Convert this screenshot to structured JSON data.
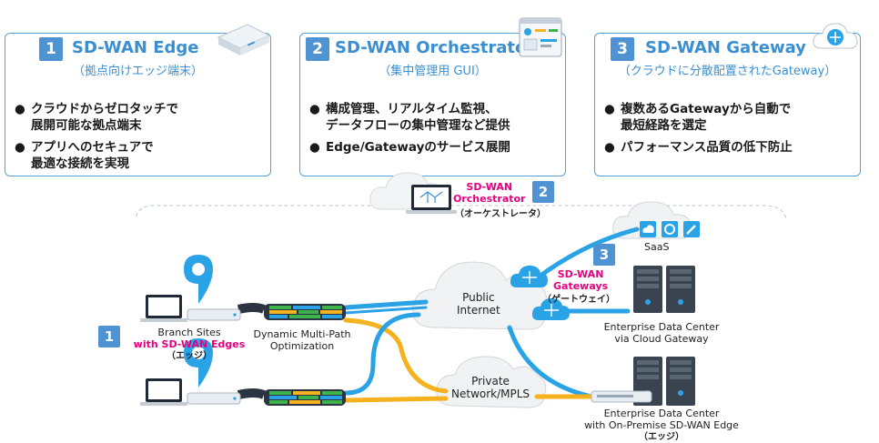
{
  "cards": [
    {
      "num": "1",
      "title": "SD-WAN Edge",
      "subtitle": "（拠点向けエッジ端末）",
      "bullets": [
        {
          "line1": "クラウドからゼロタッチで",
          "line2": "展開可能な拠点端末"
        },
        {
          "line1": "アプリへのセキュアで",
          "line2": "最適な接続を実現"
        }
      ]
    },
    {
      "num": "2",
      "title": "SD-WAN Orchestrator",
      "subtitle": "（集中管理用 GUI）",
      "bullets": [
        {
          "line1": "構成管理、リアルタイム監視、",
          "line2": "データフローの集中管理など提供"
        },
        {
          "line1": "Edge/Gatewayのサービス展開",
          "line2": ""
        }
      ]
    },
    {
      "num": "3",
      "title": "SD-WAN Gateway",
      "subtitle": "（クラウドに分散配置されたGateway）",
      "bullets": [
        {
          "line1": "複数あるGatewayから自動で",
          "line2": "最短経路を選定"
        },
        {
          "line1": "パフォーマンス品質の低下防止",
          "line2": ""
        }
      ]
    }
  ],
  "bullet_symbol": "●",
  "diagram": {
    "orchestrator": {
      "num": "2",
      "line1": "SD-WAN",
      "line2": "Orchestrator",
      "jp": "（オーケストレータ）"
    },
    "saas": "SaaS",
    "public_internet": {
      "line1": "Public",
      "line2": "Internet"
    },
    "private_network": {
      "line1": "Private",
      "line2": "Network/MPLS"
    },
    "gateways": {
      "num": "3",
      "line1": "SD-WAN",
      "line2": "Gateways",
      "jp": "（ゲートウェイ）"
    },
    "branch": {
      "num": "1",
      "line1": "Branch Sites",
      "line2": "with SD-WAN Edges",
      "jp": "（エッジ）"
    },
    "optimization": {
      "line1": "Dynamic Multi-Path",
      "line2": "Optimization"
    },
    "dc_cloud": {
      "line1": "Enterprise Data Center",
      "line2": "via Cloud Gateway"
    },
    "dc_onprem": {
      "line1": "Enterprise Data Center",
      "line2": "with On-Premise SD-WAN Edge",
      "jp": "（エッジ）"
    }
  },
  "colors": {
    "accent": "#4f93d2",
    "pink": "#e5007e",
    "link_blue": "#29a3e6",
    "link_yellow": "#f5b21e",
    "green": "#3cb44b"
  }
}
